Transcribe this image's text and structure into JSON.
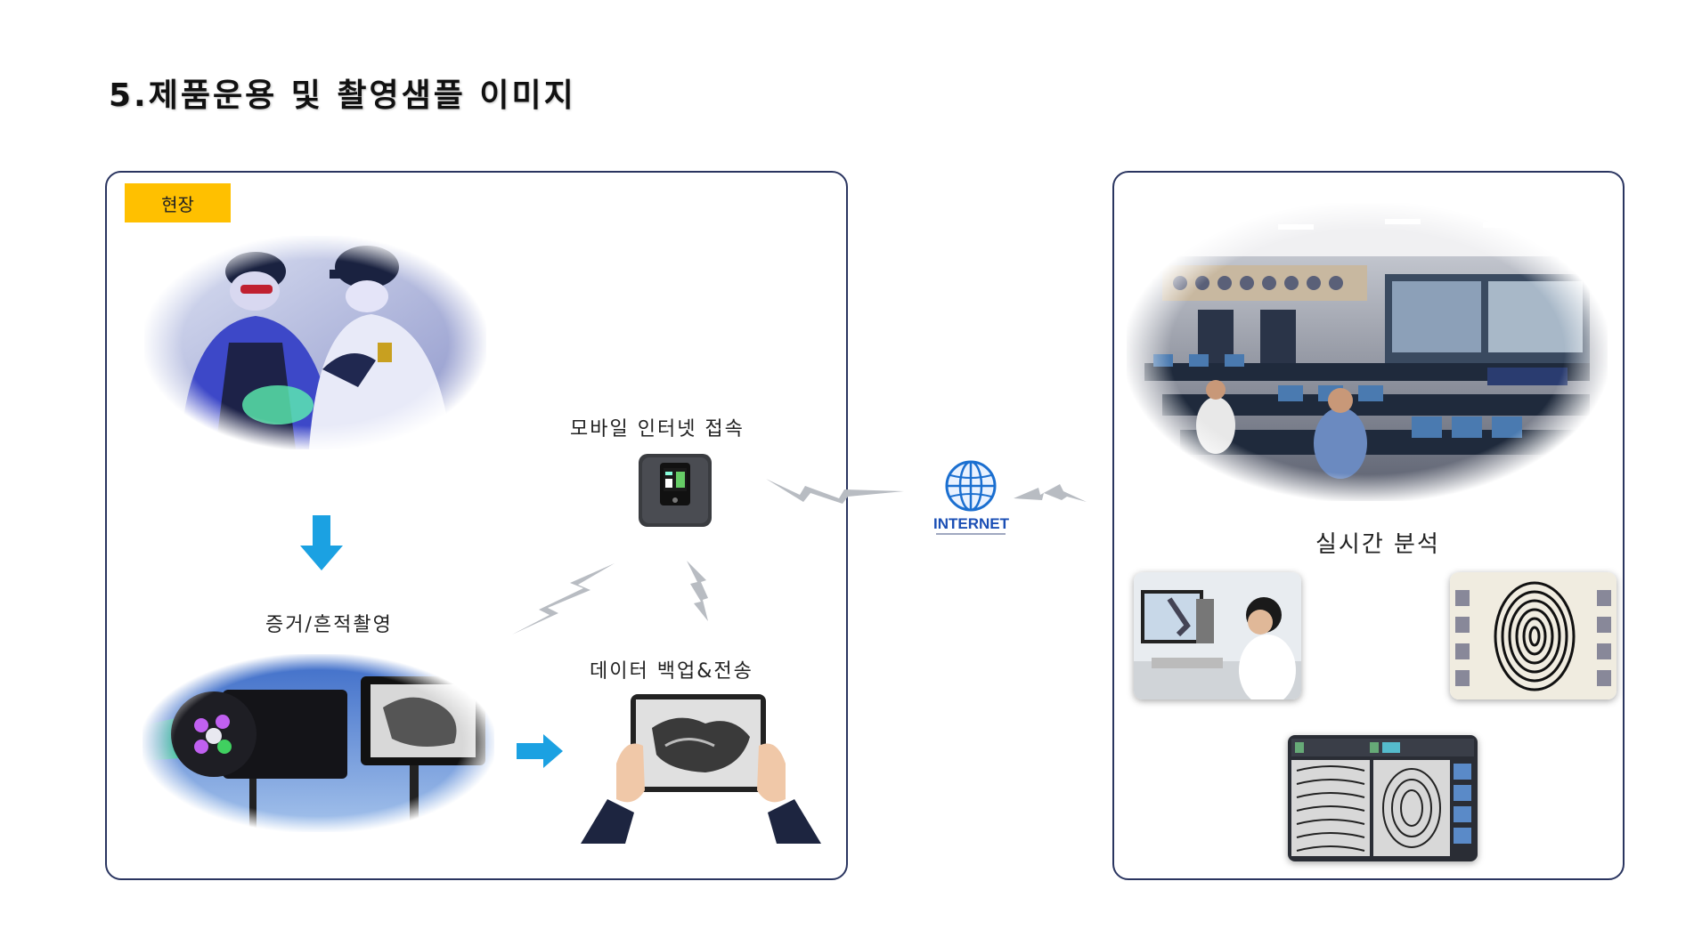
{
  "page": {
    "title": "5.제품운용 및 촬영샘플 이미지"
  },
  "left_panel": {
    "site_tag": "현장",
    "capture_label": "증거/흔적촬영",
    "mobile_label": "모바일 인터넷 접속",
    "backup_label": "데이터 백업&전송"
  },
  "network": {
    "internet_label": "INTERNET"
  },
  "right_panel": {
    "analysis_label": "실시간 분석"
  },
  "colors": {
    "panel_border": "#2a3560",
    "site_tag_bg": "#ffc000",
    "arrow_blue": "#1ba1e2",
    "internet_blue": "#1b4fb5",
    "lightning_gray": "#b8bcc2"
  },
  "icons": [
    "down-arrow-icon",
    "right-arrow-icon",
    "router-icon",
    "globe-icon",
    "lightning-icon"
  ]
}
